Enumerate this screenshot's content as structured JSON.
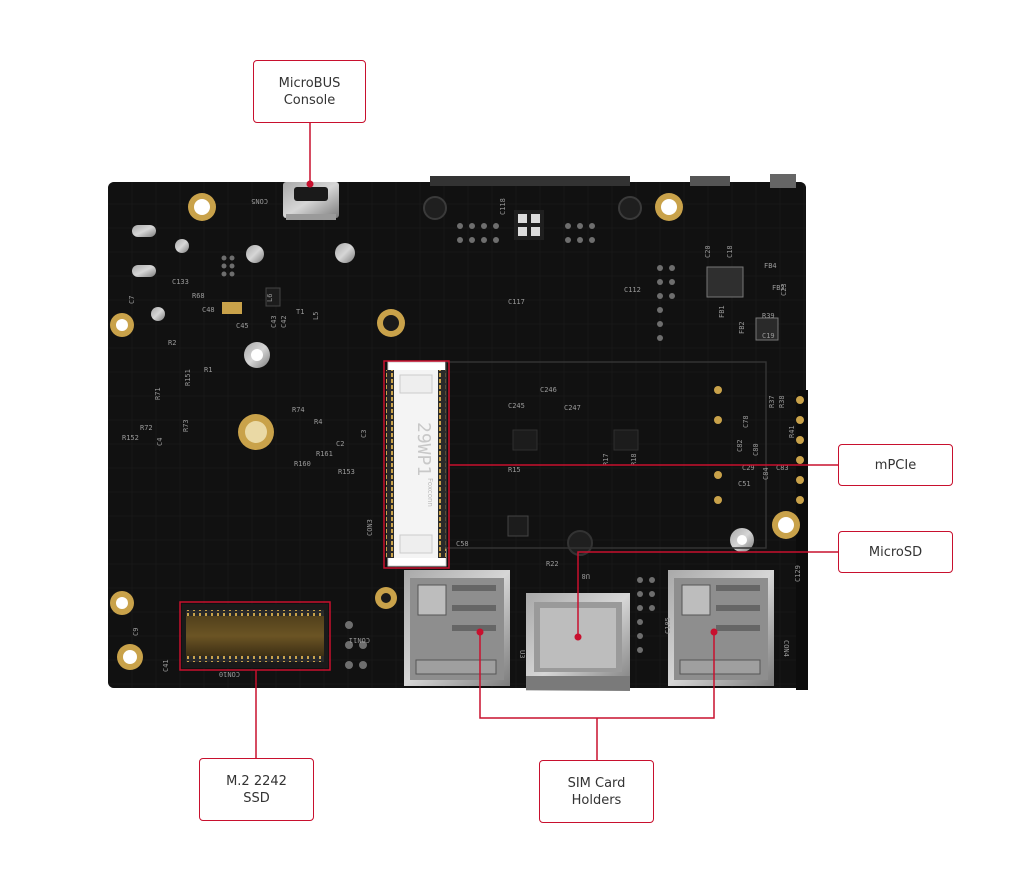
{
  "colors": {
    "accent": "#c8102e",
    "board": "#111111",
    "text": "#333333"
  },
  "callouts": {
    "microbus": {
      "line1": "MicroBUS",
      "line2": "Console"
    },
    "mpcie": {
      "line1": "mPCIe"
    },
    "microsd": {
      "line1": "MicroSD"
    },
    "m2": {
      "line1": "M.2 2242",
      "line2": "SSD"
    },
    "sim": {
      "line1": "SIM Card",
      "line2": "Holders"
    }
  },
  "silkscreen": {
    "con5": "CON5",
    "con3": "CON3",
    "con10": "CON10",
    "con11": "CON11",
    "con4": "CON4",
    "u8": "U8",
    "u3": "U3",
    "c118": "C118",
    "c20": "C20",
    "c18": "C18",
    "c133": "C133",
    "r68": "R68",
    "c48": "C48",
    "c45": "C45",
    "c43": "C43",
    "c42": "C42",
    "l6": "L6",
    "l5": "L5",
    "t1": "T1",
    "c7": "C7",
    "r2": "R2",
    "r1": "R1",
    "r71": "R71",
    "r72": "R72",
    "r73": "R73",
    "r152": "R152",
    "r151": "R151",
    "c4": "C4",
    "c2": "C2",
    "c3": "C3",
    "r74": "R74",
    "r4": "R4",
    "r161": "R161",
    "r160": "R160",
    "r153": "R153",
    "c246": "C246",
    "c245": "C245",
    "c247": "C247",
    "r15": "R15",
    "r17": "R17",
    "r18": "R18",
    "c58": "C58",
    "c29": "C29",
    "c51": "C51",
    "c84": "C84",
    "c83": "C83",
    "r38": "R38",
    "r37": "R37",
    "r41": "R41",
    "c78": "C78",
    "c80": "C80",
    "c82": "C82",
    "c9": "C9",
    "c41": "C41",
    "c105": "C105",
    "c129": "C129",
    "r22": "R22",
    "c117": "C117",
    "c112": "C112",
    "r39": "R39",
    "c19": "C19",
    "c23": "C23",
    "fb1": "FB1",
    "fb2": "FB2",
    "fb3": "FB3",
    "fb4": "FB4",
    "minipcie": "29WP1",
    "foxconn": "Foxconn"
  }
}
